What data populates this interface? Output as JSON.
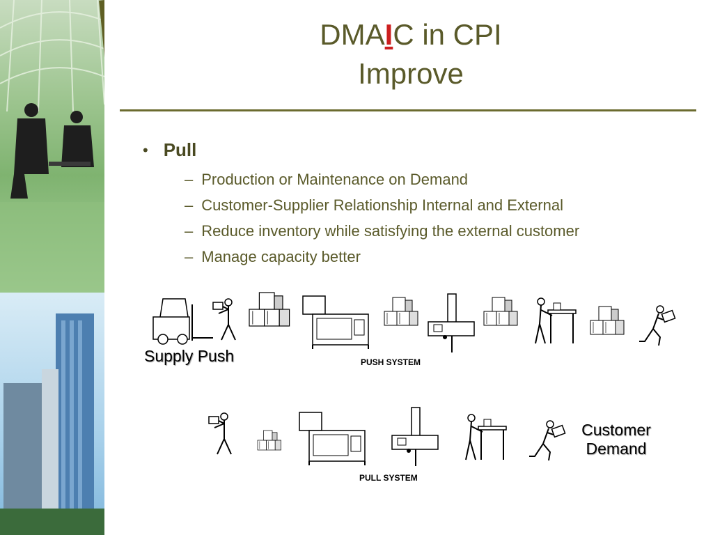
{
  "title": {
    "prefix": "DMA",
    "highlight": "I",
    "suffix": "C in CPI",
    "line2": "Improve"
  },
  "bullets": {
    "main": "Pull",
    "bullet_glyph": "•",
    "dash": "–",
    "items": [
      "Production or Maintenance on Demand",
      "Customer-Supplier Relationship Internal and External",
      "Reduce inventory while satisfying the external customer",
      "Manage capacity better"
    ]
  },
  "push": {
    "left_label": "Supply Push",
    "system_label": "PUSH SYSTEM"
  },
  "pull": {
    "right_label_line1": "Customer",
    "right_label_line2": "Demand",
    "system_label": "PULL SYSTEM"
  },
  "colors": {
    "accent": "#6b6b2f",
    "title": "#5a5a2a",
    "highlight": "#cc1f1f"
  }
}
